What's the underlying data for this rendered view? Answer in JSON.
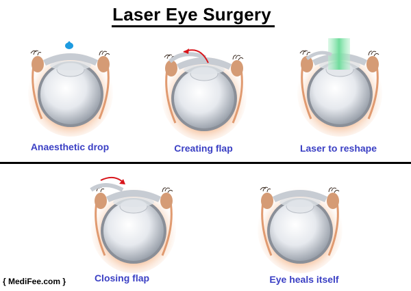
{
  "title": "Laser Eye Surgery",
  "steps": [
    {
      "label": "Anaesthetic drop"
    },
    {
      "label": "Creating flap"
    },
    {
      "label": "Laser to reshape"
    },
    {
      "label": "Closing flap"
    },
    {
      "label": "Eye heals itself"
    }
  ],
  "watermark": "{ MediFee.com }",
  "colors": {
    "label": "#3a3fc4",
    "skin": "#f0b48c",
    "drop": "#1e9be0",
    "arrow": "#d8151b",
    "laser": "#7fe0a8"
  }
}
